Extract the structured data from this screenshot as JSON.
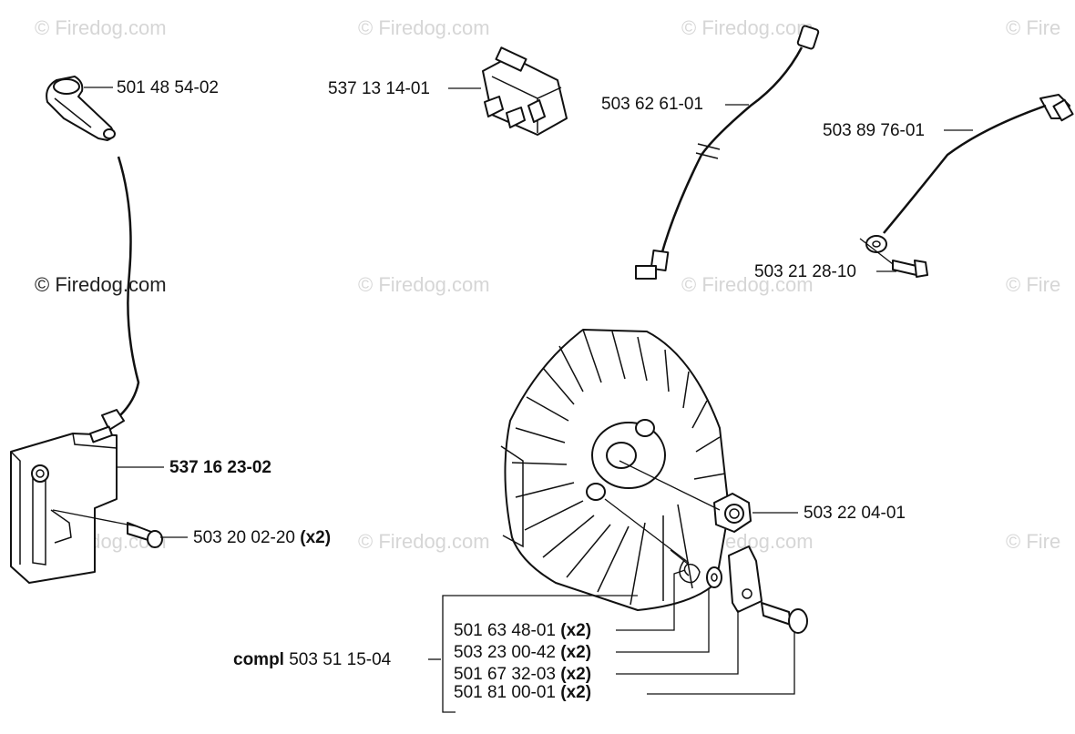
{
  "watermark": {
    "text": "© Firedog.com",
    "text_cut": "© Fire"
  },
  "parts": {
    "spark_cap": "501 48 54-02",
    "switch": "537 13 14-01",
    "wire_short": "503 62 61-01",
    "wire_ground": "503 89 76-01",
    "ground_screw": "503 21 28-10",
    "ignition_module_bold": "537 16 23-02",
    "module_screw": "503 20 02-20",
    "module_screw_qty": "(x2)",
    "flywheel_nut": "503 22 04-01"
  },
  "kit": {
    "prefix": "compl",
    "number": "503 51 15-04",
    "items": [
      {
        "number": "501 63 48-01",
        "qty": "(x2)"
      },
      {
        "number": "503 23 00-42",
        "qty": "(x2)"
      },
      {
        "number": "501 67 32-03",
        "qty": "(x2)"
      },
      {
        "number": "501 81 00-01",
        "qty": "(x2)"
      }
    ]
  }
}
